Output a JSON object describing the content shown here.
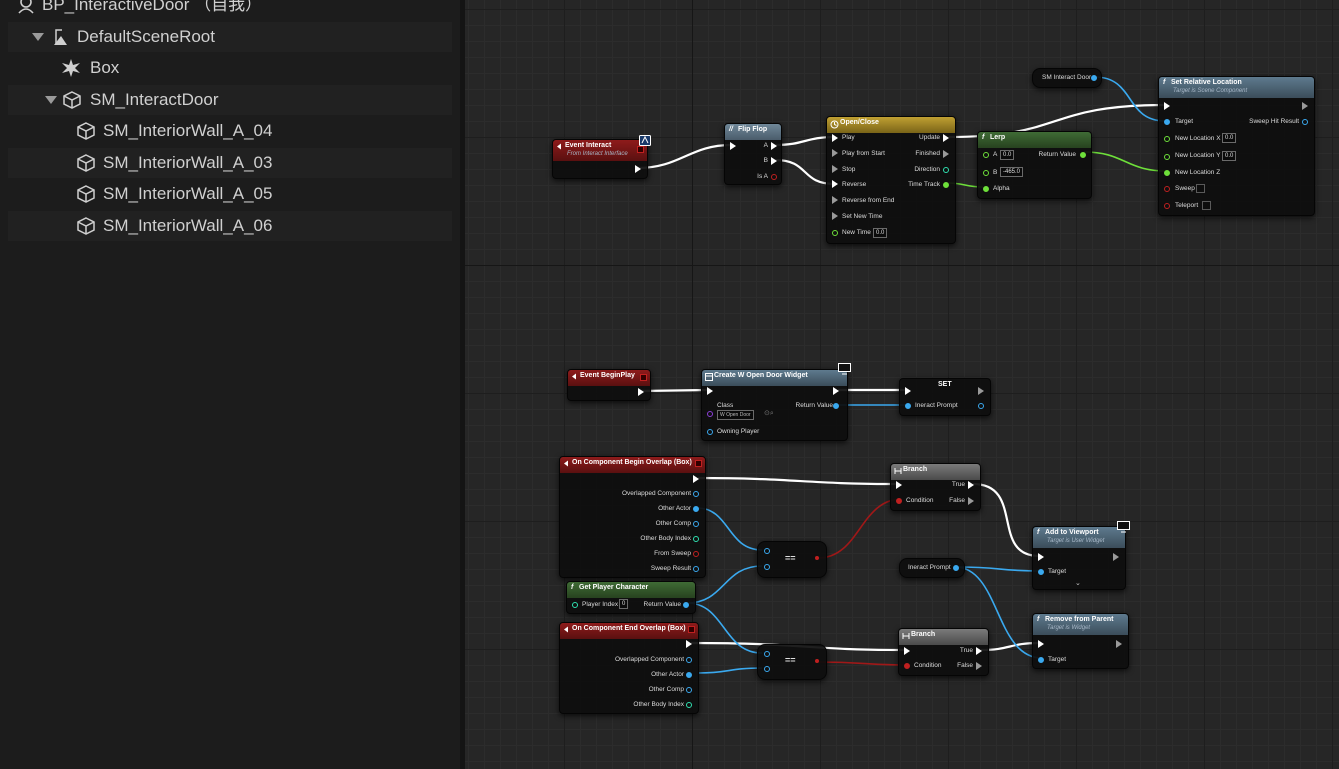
{
  "outliner": {
    "root": "BP_InteractiveDoor （自我）",
    "items": [
      {
        "label": "DefaultSceneRoot",
        "icon": "scene-root-icon"
      },
      {
        "label": "Box",
        "icon": "box-collision-icon"
      },
      {
        "label": "SM_InteractDoor",
        "icon": "static-mesh-icon"
      },
      {
        "label": "SM_InteriorWall_A_04",
        "icon": "static-mesh-icon"
      },
      {
        "label": "SM_InteriorWall_A_03",
        "icon": "static-mesh-icon"
      },
      {
        "label": "SM_InteriorWall_A_05",
        "icon": "static-mesh-icon"
      },
      {
        "label": "SM_InteriorWall_A_06",
        "icon": "static-mesh-icon"
      }
    ]
  },
  "colors": {
    "event_header": "#8e1b1b",
    "function_header": "#5e7a8e",
    "pure_header": "#3f6b35",
    "timeline_header": "#b8962a",
    "exec_wire": "#ffffff",
    "object_wire": "#3aa9ef",
    "float_wire": "#6ee03a",
    "bool_wire": "#a01818"
  },
  "nodes": {
    "event_interact": {
      "title": "Event Interact",
      "subtitle": "From Interact Interface"
    },
    "flip_flop": {
      "title": "Flip Flop",
      "a": "A",
      "b": "B",
      "is_a": "Is A"
    },
    "timeline": {
      "title": "Open/Close",
      "play": "Play",
      "play_from_start": "Play from Start",
      "stop": "Stop",
      "reverse": "Reverse",
      "reverse_from_end": "Reverse from End",
      "set_new_time": "Set New Time",
      "new_time": "New Time",
      "new_time_value": "0.0",
      "update": "Update",
      "finished": "Finished",
      "direction": "Direction",
      "time_track": "Time Track"
    },
    "sm_door_var": {
      "title": "SM Interact Door"
    },
    "lerp": {
      "title": "Lerp",
      "a": "A",
      "a_value": "0.0",
      "b": "B",
      "b_value": "-465.0",
      "alpha": "Alpha",
      "return_value": "Return Value"
    },
    "set_rel_loc": {
      "title": "Set Relative Location",
      "subtitle": "Target is Scene Component",
      "target": "Target",
      "sweep_hit": "Sweep Hit Result",
      "new_x": "New Location X",
      "x_value": "0.0",
      "new_y": "New Location Y",
      "y_value": "0.0",
      "new_z": "New Location Z",
      "sweep": "Sweep",
      "teleport": "Teleport"
    },
    "begin_play": {
      "title": "Event BeginPlay"
    },
    "create_widget": {
      "title": "Create W Open Door Widget",
      "class": "Class",
      "class_value": "W Open Door",
      "return_value": "Return Value",
      "owning_player": "Owning Player"
    },
    "set_var": {
      "title": "SET",
      "pin": "Ineract Prompt"
    },
    "begin_overlap": {
      "title": "On Component Begin Overlap (Box)",
      "pins": [
        "Overlapped Component",
        "Other Actor",
        "Other Comp",
        "Other Body Index",
        "From Sweep",
        "Sweep Result"
      ]
    },
    "branch1": {
      "title": "Branch",
      "true": "True",
      "false": "False",
      "condition": "Condition"
    },
    "add_viewport": {
      "title": "Add to Viewport",
      "subtitle": "Target is User Widget",
      "target": "Target"
    },
    "equal1": {
      "label": "=="
    },
    "prompt_var": {
      "title": "Ineract Prompt"
    },
    "get_player": {
      "title": "Get Player Character",
      "player_index": "Player Index",
      "index_value": "0",
      "return_value": "Return Value"
    },
    "end_overlap": {
      "title": "On Component End Overlap (Box)",
      "pins": [
        "Overlapped Component",
        "Other Actor",
        "Other Comp",
        "Other Body Index"
      ]
    },
    "equal2": {
      "label": "=="
    },
    "branch2": {
      "title": "Branch",
      "true": "True",
      "false": "False",
      "condition": "Condition"
    },
    "remove_parent": {
      "title": "Remove from Parent",
      "subtitle": "Target is Widget",
      "target": "Target"
    }
  }
}
